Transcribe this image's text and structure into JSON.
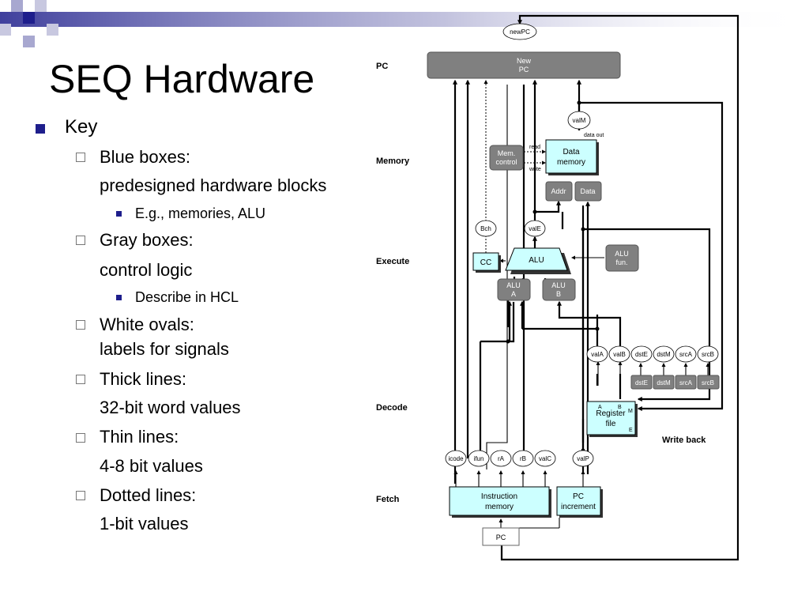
{
  "slide": {
    "title": "SEQ Hardware",
    "bullets": {
      "key": "Key",
      "blue_label": "Blue boxes:",
      "blue_desc": "predesigned hardware blocks",
      "blue_example": "E.g., memories, ALU",
      "gray_label": "Gray boxes:",
      "gray_desc": "control logic",
      "gray_example": "Describe in HCL",
      "ovals_label": "White ovals:",
      "ovals_desc": "labels for signals",
      "thick_label": "Thick lines:",
      "thick_desc": "32-bit word values",
      "thin_label": "Thin lines:",
      "thin_desc": "4-8 bit values",
      "dotted_label": "Dotted lines:",
      "dotted_desc": "1-bit values"
    }
  },
  "diagram": {
    "stages": {
      "pc": "PC",
      "memory": "Memory",
      "execute": "Execute",
      "decode": "Decode",
      "fetch": "Fetch",
      "writeback": "Write back"
    },
    "blocks": {
      "newpc_l1": "New",
      "newpc_l2": "PC",
      "memctl_l1": "Mem.",
      "memctl_l2": "control",
      "datamem_l1": "Data",
      "datamem_l2": "memory",
      "addr": "Addr",
      "data": "Data",
      "cc": "CC",
      "alu": "ALU",
      "alufun_l1": "ALU",
      "alufun_l2": "fun.",
      "alua_l1": "ALU",
      "alua_l2": "A",
      "alub_l1": "ALU",
      "alub_l2": "B",
      "regfile_l1": "Register",
      "regfile_l2": "file",
      "reg_port_a": "A",
      "reg_port_b": "B",
      "reg_port_m": "M",
      "reg_port_e": "E",
      "instmem_l1": "Instruction",
      "instmem_l2": "memory",
      "pcinc_l1": "PC",
      "pcinc_l2": "increment",
      "pc_reg": "PC",
      "ctl_dste": "dstE",
      "ctl_dstm": "dstM",
      "ctl_srca": "srcA",
      "ctl_srcb": "srcB"
    },
    "signals": {
      "newpc": "newPC",
      "valm": "valM",
      "data_out": "data out",
      "read": "read",
      "write": "write",
      "bch": "Bch",
      "vale": "valE",
      "vala": "valA",
      "valb": "valB",
      "dste": "dstE",
      "dstm": "dstM",
      "srca": "srcA",
      "srcb": "srcB",
      "icode": "icode",
      "ifun": "ifun",
      "ra": "rA",
      "rb": "rB",
      "valc": "valC",
      "valp": "valP"
    }
  },
  "colors": {
    "blue_box": "#ccffff",
    "gray_box": "#808080",
    "bullet_accent": "#1e1e8c"
  }
}
